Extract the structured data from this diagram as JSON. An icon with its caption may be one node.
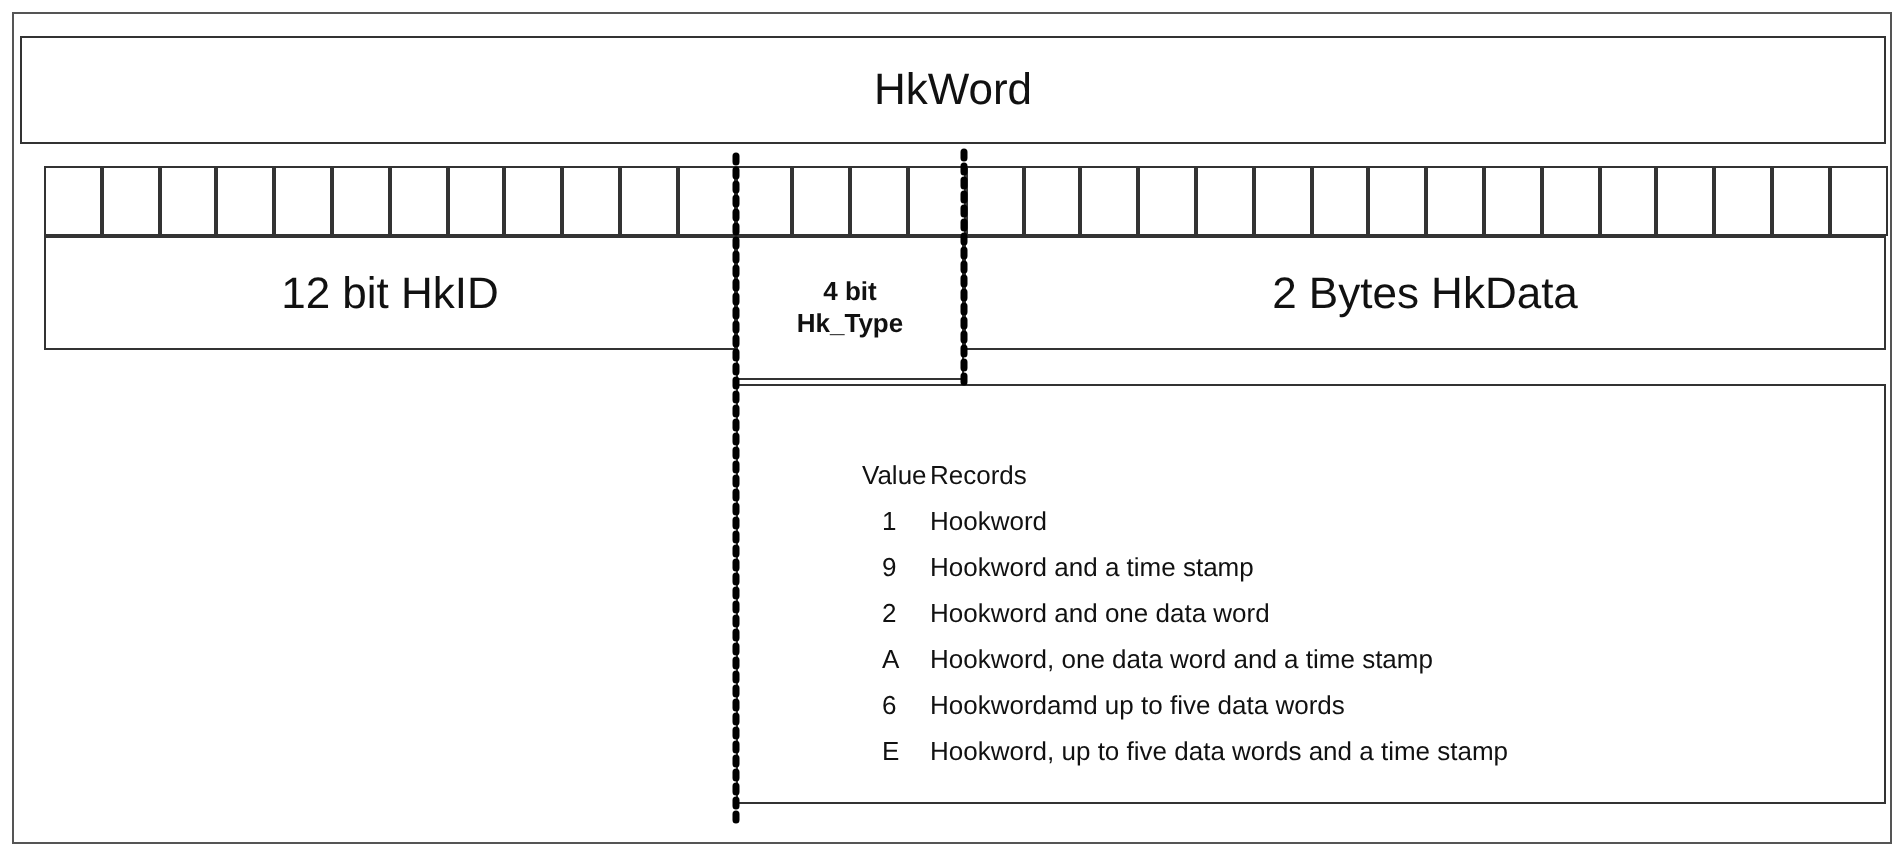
{
  "diagram": {
    "nodes": [
      {
        "text": [
          "HkWord"
        ]
      },
      {
        "text": [],
        "shape": "box"
      },
      {
        "text": [],
        "shape": "box"
      },
      {
        "text": [],
        "shape": "box"
      },
      {
        "text": [],
        "shape": "box"
      },
      {
        "text": [],
        "shape": "box"
      },
      {
        "text": [],
        "shape": "box"
      },
      {
        "text": [],
        "shape": "box"
      },
      {
        "text": [],
        "shape": "box"
      },
      {
        "text": [],
        "shape": "box"
      },
      {
        "text": [],
        "shape": "box"
      },
      {
        "text": [],
        "shape": "box"
      },
      {
        "text": [],
        "shape": "box"
      },
      {
        "text": [],
        "shape": "box"
      },
      {
        "text": [],
        "shape": "box"
      },
      {
        "text": [],
        "shape": "box"
      },
      {
        "text": [],
        "shape": "box"
      },
      {
        "text": [],
        "shape": "box"
      },
      {
        "text": [],
        "shape": "box"
      },
      {
        "text": [],
        "shape": "box"
      },
      {
        "text": [],
        "shape": "box"
      },
      {
        "text": [],
        "shape": "box"
      },
      {
        "text": [],
        "shape": "box"
      },
      {
        "text": [],
        "shape": "box"
      },
      {
        "text": [],
        "shape": "box"
      },
      {
        "text": [],
        "shape": "box"
      },
      {
        "text": [],
        "shape": "box"
      },
      {
        "text": [],
        "shape": "box"
      },
      {
        "text": [],
        "shape": "box"
      },
      {
        "text": [],
        "shape": "box"
      },
      {
        "text": [],
        "shape": "box"
      },
      {
        "text": [],
        "shape": "box"
      },
      {
        "text": [],
        "shape": "box"
      },
      {
        "text": [
          "12 bit HkID"
        ]
      },
      {
        "text": [
          "4 bit Hk_Type"
        ]
      },
      {
        "text": [
          "2 Bytes HkData"
        ]
      },
      {
        "text": [
          "Value",
          "Records",
          "1",
          "Hookword",
          "9",
          "Hookword and a time stamp",
          "2",
          "Hookword and one data word",
          "A",
          "Hookword, one data word and a time stamp",
          "6",
          "Hookwordamd up to five data words",
          "E",
          "Hookword, up to five data words and a time stamp"
        ]
      }
    ],
    "edges": []
  }
}
